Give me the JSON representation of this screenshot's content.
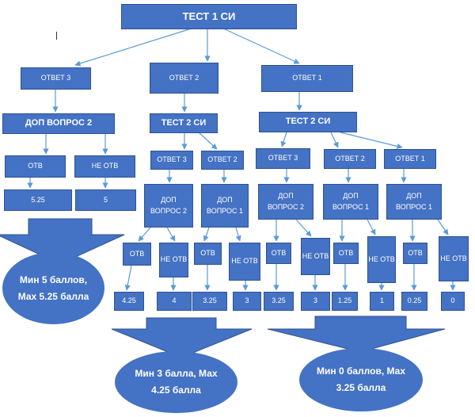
{
  "root": "ТЕСТ 1 СИ",
  "answers_top": {
    "a3": "ОТВЕТ 3",
    "a2": "ОТВЕТ 2",
    "a1": "ОТВЕТ 1"
  },
  "left_branch": {
    "extra": "ДОП  ВОПРОС 2",
    "otv": "ОТВ",
    "ne_otv": "НЕ ОТВ",
    "score_otv": "5.25",
    "score_ne": "5",
    "summary": "Мин 5 баллов, Мах 5.25 балла"
  },
  "middle_branch": {
    "test": "ТЕСТ 2 СИ",
    "a3": "ОТВЕТ 3",
    "a2": "ОТВЕТ 2",
    "extra2": "ДОП ВОПРОС 2",
    "extra1": "ДОП ВОПРОС 1",
    "otv": "ОТВ",
    "ne_otv": "НЕ ОТВ",
    "scores": [
      "4.25",
      "4",
      "3.25",
      "3"
    ]
  },
  "right_branch": {
    "test": "ТЕСТ 2 СИ",
    "a3": "ОТВЕТ 3",
    "a2": "ОТВЕТ 2",
    "a1": "ОТВЕТ 1",
    "extra2": "ДОП ВОПРОС 2",
    "extra1a": "ДОП ВОПРОС 1",
    "extra1b": "ДОП ВОПРОС 1",
    "otv": "ОТВ",
    "ne_otv": "НЕ ОТВ",
    "scores": [
      "3.25",
      "3",
      "1.25",
      "1",
      "0.25",
      "0"
    ]
  },
  "summary_mid": "Мин 3 балла, Мах 4.25 балла",
  "summary_right": "Мин 0 баллов, Мах 3.25 балла",
  "colors": {
    "box_fill": "#4472C4",
    "box_border": "#2F528F",
    "line": "#5B9BD5",
    "text": "#FFFFFF"
  }
}
